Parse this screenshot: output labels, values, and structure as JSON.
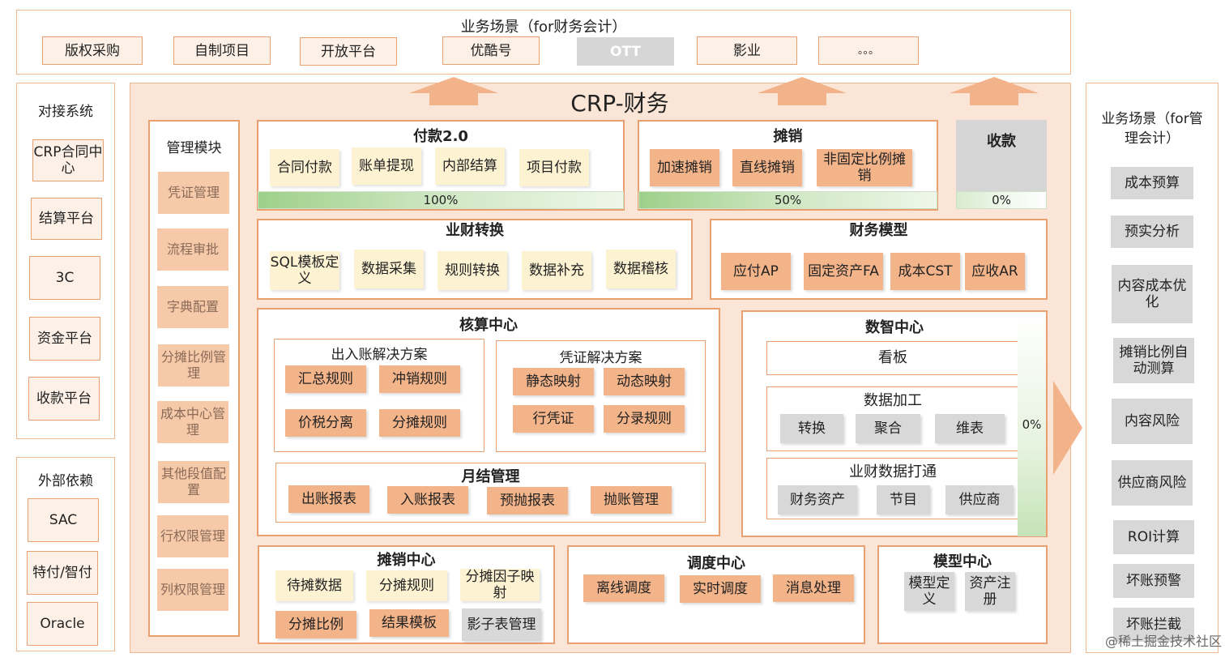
{
  "top": {
    "title": "业务场景（for财务会计）",
    "items": [
      {
        "label": "版权采购",
        "style": "cream"
      },
      {
        "label": "自制项目",
        "style": "cream"
      },
      {
        "label": "开放平台",
        "style": "cream"
      },
      {
        "label": "优酷号",
        "style": "cream"
      },
      {
        "label": "OTT",
        "style": "gray"
      },
      {
        "label": "影业",
        "style": "cream"
      },
      {
        "label": "。。。",
        "style": "cream"
      }
    ]
  },
  "left": {
    "title": "对接系统",
    "items": [
      "CRP合同中心",
      "结算平台",
      "3C",
      "资金平台",
      "收款平台"
    ],
    "ext_title": "外部依赖",
    "ext_items": [
      "SAC",
      "特付/智付",
      "Oracle"
    ]
  },
  "center": {
    "title": "CRP-财务",
    "mgmt": {
      "title": "管理模块",
      "items": [
        "凭证管理",
        "流程审批",
        "字典配置",
        "分摊比例管理",
        "成本中心管理",
        "其他段值配置",
        "行权限管理",
        "列权限管理"
      ]
    },
    "pay": {
      "title": "付款2.0",
      "items": [
        "合同付款",
        "账单提现",
        "内部结算",
        "项目付款"
      ],
      "progress": "100%",
      "progress_value": 1.0
    },
    "amort": {
      "title": "摊销",
      "items": [
        "加速摊销",
        "直线摊销",
        "非固定比例摊销"
      ],
      "progress": "50%",
      "progress_value": 0.5
    },
    "receive": {
      "title": "收款",
      "progress": "0%",
      "progress_value": 0.0
    },
    "bizfin": {
      "title": "业财转换",
      "items": [
        "SQL模板定义",
        "数据采集",
        "规则转换",
        "数据补充",
        "数据稽核"
      ]
    },
    "finmodel": {
      "title": "财务模型",
      "items": [
        "应付AP",
        "固定资产FA",
        "成本CST",
        "应收AR"
      ]
    },
    "acct": {
      "title": "核算中心",
      "inout": {
        "title": "出入账解决方案",
        "items": [
          "汇总规则",
          "冲销规则",
          "价税分离",
          "分摊规则"
        ]
      },
      "voucher": {
        "title": "凭证解决方案",
        "items": [
          "静态映射",
          "动态映射",
          "行凭证",
          "分录规则"
        ]
      },
      "monthly": {
        "title": "月结管理",
        "items": [
          "出账报表",
          "入账报表",
          "预抛报表",
          "抛账管理"
        ]
      }
    },
    "data": {
      "title": "数智中心",
      "board": "看板",
      "process": {
        "title": "数据加工",
        "items": [
          "转换",
          "聚合",
          "维表"
        ]
      },
      "link": {
        "title": "业财数据打通",
        "items": [
          "财务资产",
          "节目",
          "供应商"
        ]
      },
      "progress": "0%",
      "progress_value": 0.0
    },
    "amortcenter": {
      "title": "摊销中心",
      "items": [
        "待摊数据",
        "分摊规则",
        "分摊因子映射",
        "分摊比例",
        "结果模板",
        "影子表管理"
      ]
    },
    "sched": {
      "title": "调度中心",
      "items": [
        "离线调度",
        "实时调度",
        "消息处理"
      ]
    },
    "model": {
      "title": "模型中心",
      "items": [
        "模型定义",
        "资产注册"
      ]
    }
  },
  "right": {
    "title": "业务场景（for管理会计）",
    "items": [
      "成本预算",
      "预实分析",
      "内容成本优化",
      "摊销比例自动测算",
      "内容风险",
      "供应商风险",
      "ROI计算",
      "坏账预警",
      "坏账拦截"
    ]
  },
  "watermark": "@稀土掘金技术社区",
  "colors": {
    "accent": "#f4b48a",
    "border": "#e8a070",
    "bg": "#fbe5d6",
    "cream": "#fdf3d2",
    "gray": "#d8d8d8",
    "progress": "#b8dca8"
  }
}
